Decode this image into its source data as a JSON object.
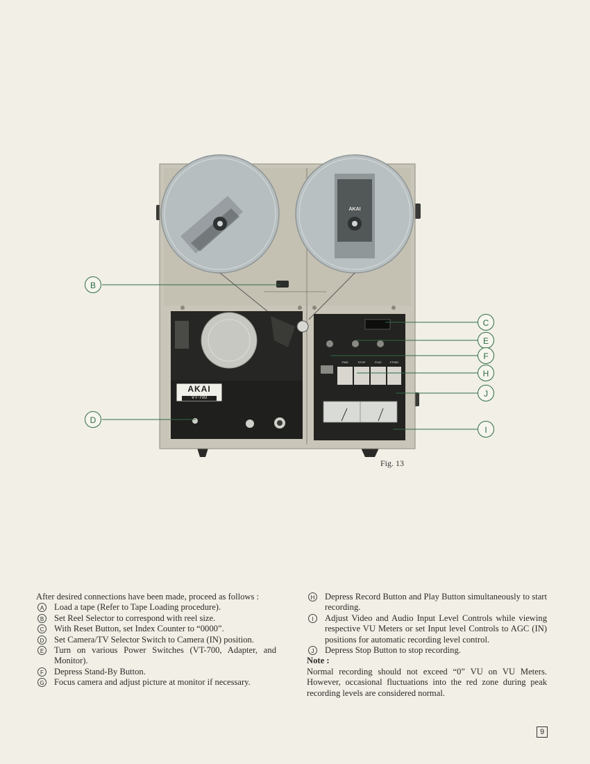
{
  "figure": {
    "caption": "Fig. 13",
    "callouts": [
      "B",
      "C",
      "E",
      "F",
      "H",
      "J",
      "D",
      "I"
    ],
    "branding": {
      "deck_logo": "AKAI",
      "model": "VT-700",
      "reel_logo": "AKAI"
    },
    "transport_buttons": [
      "FWD",
      "STOP",
      "PLAY",
      "F.FWD"
    ]
  },
  "intro": "After desired connections have been made, proceed as follows :",
  "steps_left": [
    {
      "mark": "A",
      "text": "Load a tape (Refer to Tape Loading procedure)."
    },
    {
      "mark": "B",
      "text": "Set Reel Selector to correspond with reel size."
    },
    {
      "mark": "C",
      "text": "With Reset Button, set Index Counter to “0000”."
    },
    {
      "mark": "D",
      "text": "Set Camera/TV Selector Switch to Camera (IN) position."
    },
    {
      "mark": "E",
      "text": "Turn on various Power Switches (VT-700, Adapter, and Monitor)."
    },
    {
      "mark": "F",
      "text": "Depress Stand-By Button."
    },
    {
      "mark": "G",
      "text": "Focus camera and adjust picture at monitor if necessary."
    }
  ],
  "steps_right": [
    {
      "mark": "H",
      "text": "Depress Record Button and Play Button simultaneously to start recording."
    },
    {
      "mark": "I",
      "text": "Adjust Video and Audio Input Level Controls while viewing respective VU Meters or set Input level Controls to AGC (IN) positions for automatic recording level control."
    },
    {
      "mark": "J",
      "text": "Depress Stop Button to stop recording."
    }
  ],
  "note": {
    "heading": "Note :",
    "text": "Normal recording should not exceed “0” VU on VU Meters. However, occasional fluctuations into the red zone during peak recording levels are considered normal."
  },
  "page_number": "9"
}
